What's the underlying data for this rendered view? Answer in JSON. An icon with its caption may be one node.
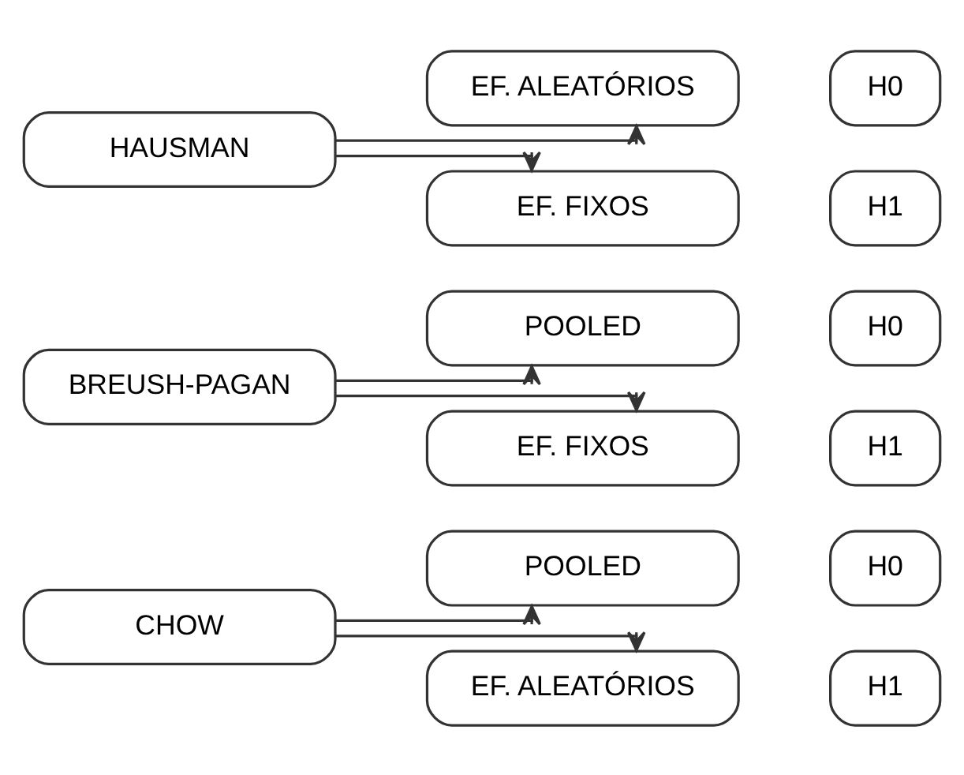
{
  "diagram": {
    "nodes": [
      {
        "text": [
          "CHOW"
        ]
      },
      {
        "text": [
          "POOLED"
        ]
      },
      {
        "text": [
          "H0"
        ]
      },
      {
        "text": [
          "EF. ALEATÓRIOS"
        ]
      },
      {
        "text": [
          "H1"
        ]
      },
      {
        "text": [
          "BREUSH-PAGAN"
        ]
      },
      {
        "text": [
          "POOLED"
        ]
      },
      {
        "text": [
          "H0"
        ]
      },
      {
        "text": [
          "EF. FIXOS"
        ]
      },
      {
        "text": [
          "H1"
        ]
      },
      {
        "text": [
          "HAUSMAN"
        ]
      },
      {
        "text": [
          "EF. ALEATÓRIOS"
        ]
      },
      {
        "text": [
          "H0"
        ]
      },
      {
        "text": [
          "EF. FIXOS"
        ]
      },
      {
        "text": [
          "H1"
        ]
      }
    ],
    "edges": [
      {
        "from": 0,
        "to": 1,
        "arrow": "to"
      },
      {
        "from": 0,
        "to": 3,
        "arrow": "to"
      },
      {
        "from": 5,
        "to": 6,
        "arrow": "to"
      },
      {
        "from": 5,
        "to": 8,
        "arrow": "to"
      },
      {
        "from": 10,
        "to": 11,
        "arrow": "to"
      },
      {
        "from": 10,
        "to": 13,
        "arrow": "to"
      }
    ]
  }
}
